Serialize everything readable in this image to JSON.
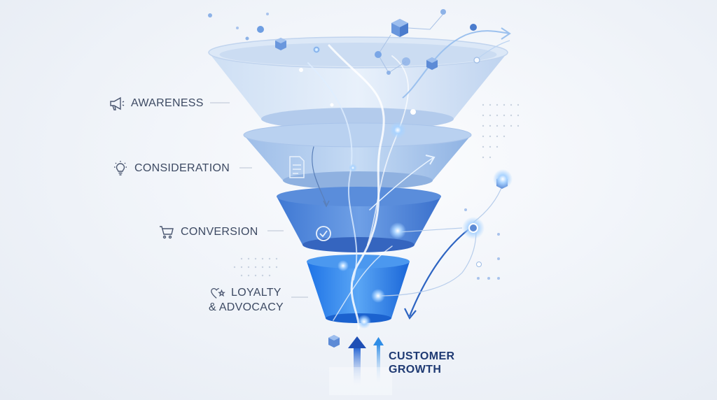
{
  "stages": [
    {
      "label": "AWARENESS",
      "icon": "megaphone-icon"
    },
    {
      "label": "CONSIDERATION",
      "icon": "lightbulb-icon"
    },
    {
      "label": "CONVERSION",
      "icon": "shopping-cart-icon"
    },
    {
      "label_line1": "LOYALTY",
      "label_line2": "& ADVOCACY",
      "icon": "heart-star-icon"
    }
  ],
  "growth": {
    "line1": "CUSTOMER",
    "line2": "GROWTH"
  },
  "colors": {
    "label_text": "#3d4a63",
    "funnel_light": "#cfe0f4",
    "funnel_mid": "#8fb4e3",
    "funnel_deep": "#2f6fd6",
    "accent": "#1f5fd1",
    "growth_text": "#1f3a73"
  }
}
